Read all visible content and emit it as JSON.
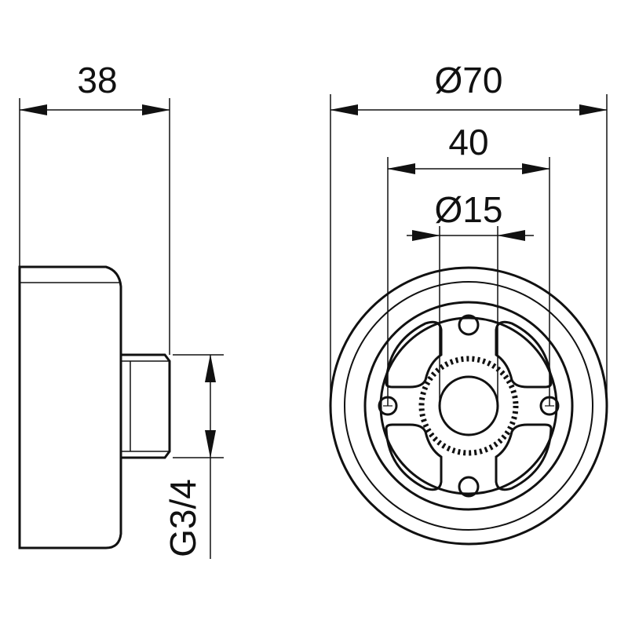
{
  "dimensions": {
    "depth": "38",
    "outer_diameter": "Ø70",
    "hole_spacing": "40",
    "bore_diameter": "Ø15",
    "thread": "G3/4"
  },
  "colors": {
    "line": "#111111",
    "background": "#ffffff"
  }
}
